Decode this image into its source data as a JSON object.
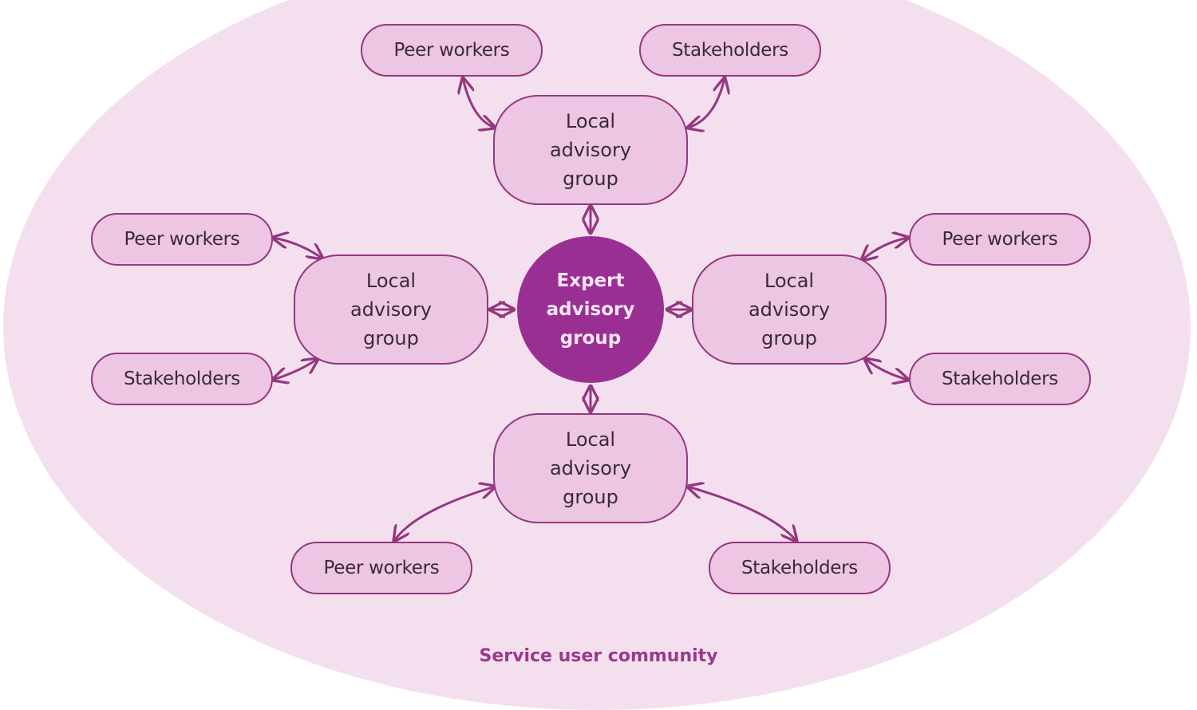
{
  "diagram": {
    "title": "Service user community",
    "center": {
      "lines": [
        "Expert",
        "advisory",
        "group"
      ]
    },
    "local_groups": [
      {
        "position": "top",
        "lines": [
          "Local",
          "advisory",
          "group"
        ],
        "connected": [
          "Peer workers",
          "Stakeholders"
        ]
      },
      {
        "position": "left",
        "lines": [
          "Local",
          "advisory",
          "group"
        ],
        "connected": [
          "Peer workers",
          "Stakeholders"
        ]
      },
      {
        "position": "right",
        "lines": [
          "Local",
          "advisory",
          "group"
        ],
        "connected": [
          "Peer workers",
          "Stakeholders"
        ]
      },
      {
        "position": "bottom",
        "lines": [
          "Local",
          "advisory",
          "group"
        ],
        "connected": [
          "Peer workers",
          "Stakeholders"
        ]
      }
    ],
    "leaf_nodes": {
      "top_peer": "Peer workers",
      "top_stake": "Stakeholders",
      "left_peer": "Peer workers",
      "left_stake": "Stakeholders",
      "right_peer": "Peer workers",
      "right_stake": "Stakeholders",
      "bottom_peer": "Peer workers",
      "bottom_stake": "Stakeholders"
    },
    "connector_type": "bidirectional-arrow",
    "colors": {
      "community_fill": "#f4dfee",
      "node_fill": "#ecc6e3",
      "node_border": "#94387f",
      "center_fill": "#9a2f93",
      "center_text": "#f7e6f3",
      "title_text": "#9a3a8a",
      "arrow": "#94387f"
    }
  }
}
